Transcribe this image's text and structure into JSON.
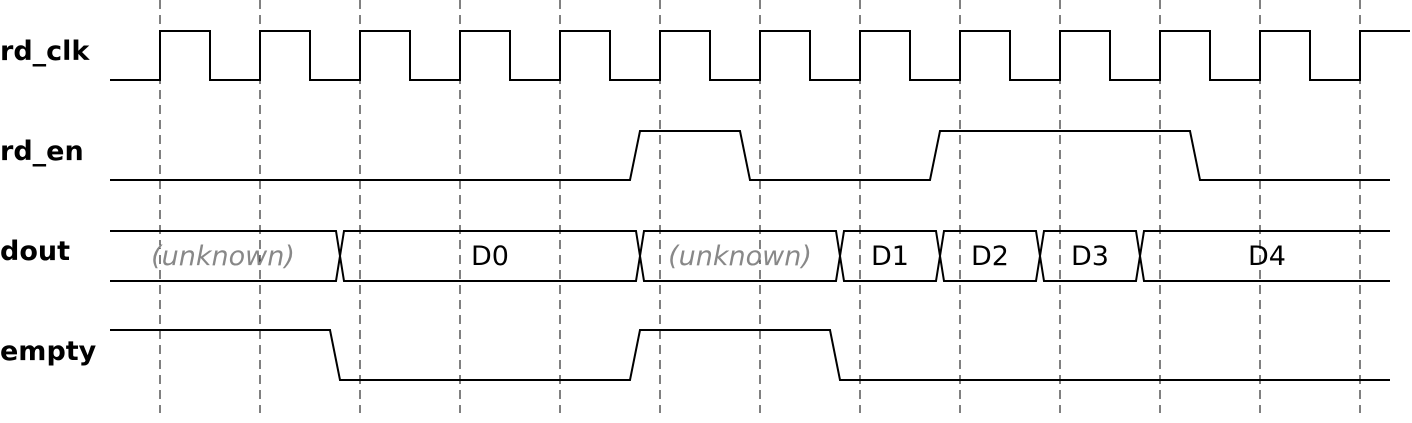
{
  "signals": [
    {
      "name": "rd_clk"
    },
    {
      "name": "rd_en"
    },
    {
      "name": "dout"
    },
    {
      "name": "empty"
    }
  ],
  "rd_en_transitions": [
    {
      "at": 4.7,
      "to": 1
    },
    {
      "at": 5.8,
      "to": 0
    },
    {
      "at": 7.7,
      "to": 1
    },
    {
      "at": 10.3,
      "to": 0
    }
  ],
  "dout_segments": [
    {
      "label": "(unknown)",
      "unknown": true
    },
    {
      "label": "D0",
      "unknown": false
    },
    {
      "label": "(unknown)",
      "unknown": true
    },
    {
      "label": "D1",
      "unknown": false
    },
    {
      "label": "D2",
      "unknown": false
    },
    {
      "label": "D3",
      "unknown": false
    },
    {
      "label": "D4",
      "unknown": false
    }
  ],
  "dout_change_points": [
    1.8,
    4.8,
    6.8,
    7.8,
    8.8,
    9.8
  ],
  "empty_transitions": [
    {
      "at": 1.7,
      "to": 0
    },
    {
      "at": 4.7,
      "to": 1
    },
    {
      "at": 6.7,
      "to": 0
    }
  ],
  "clock_cycles": 13
}
